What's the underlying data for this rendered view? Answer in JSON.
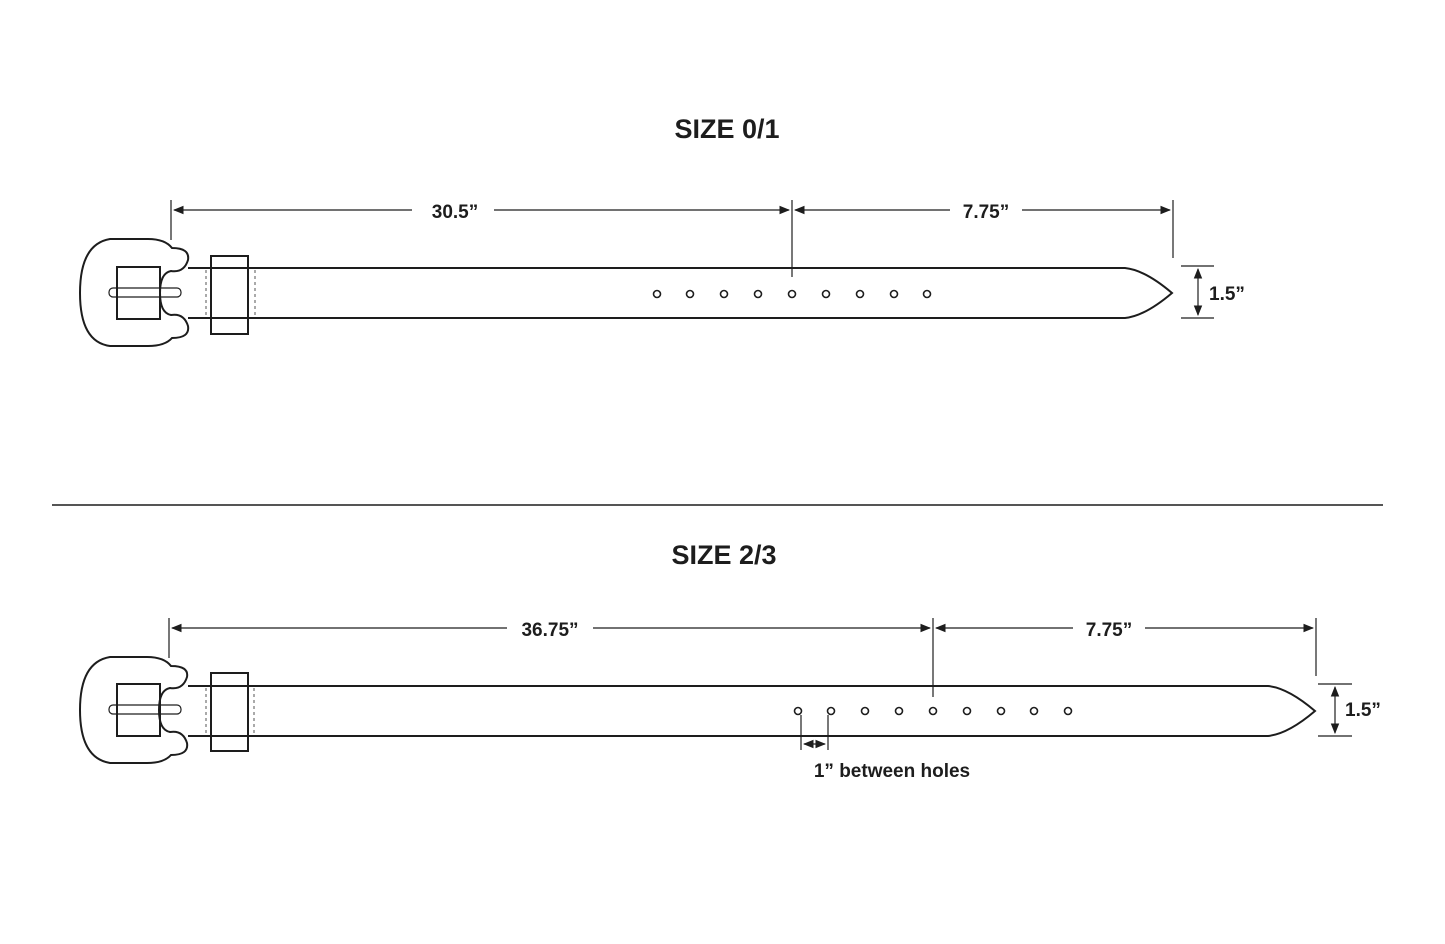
{
  "sections": [
    {
      "title": "SIZE 0/1",
      "length_label": "30.5”",
      "tip_label": "7.75”",
      "width_label": "1.5”",
      "holes": 9
    },
    {
      "title": "SIZE 2/3",
      "length_label": "36.75”",
      "tip_label": "7.75”",
      "width_label": "1.5”",
      "holes": 9,
      "spacing_label": "1” between holes"
    }
  ],
  "colors": {
    "line": "#1d1d1d",
    "background": "#ffffff"
  }
}
